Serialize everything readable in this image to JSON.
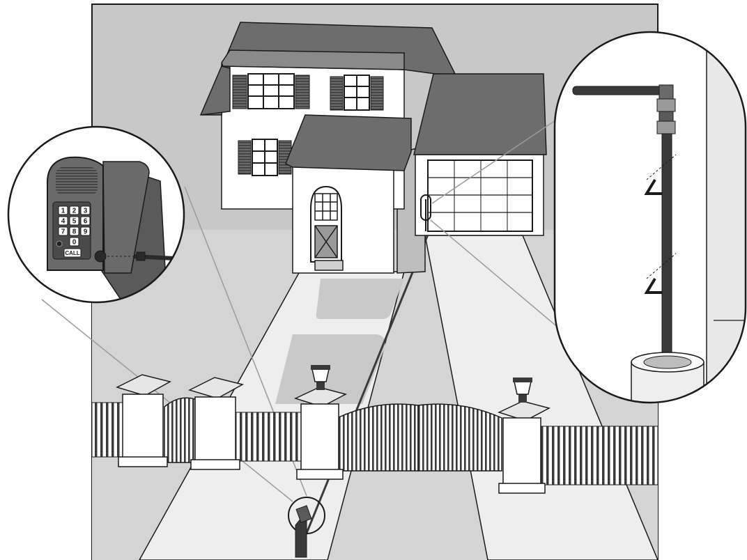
{
  "colors": {
    "background": "#c8c8c8",
    "ground": "#d9d9d9",
    "driveway": "#ececec",
    "roof": "#6d6d6d",
    "wall": "#ffffff",
    "outline": "#1a1a1a",
    "fence": "#3a3a3a",
    "keypad_body": "#5a5a5a"
  },
  "keypad": {
    "keys": [
      "1",
      "2",
      "3",
      "4",
      "5",
      "6",
      "7",
      "8",
      "9",
      "0"
    ],
    "call_label": "CALL"
  }
}
